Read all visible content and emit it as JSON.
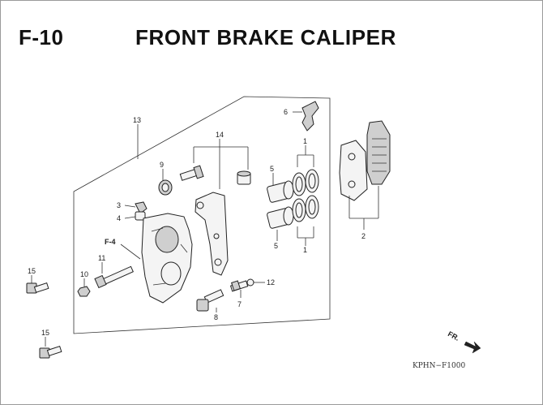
{
  "header": {
    "section_code": "F-10",
    "title": "FRONT BRAKE CALIPER"
  },
  "callouts": {
    "c13": "13",
    "c14": "14",
    "c6": "6",
    "c1a": "1",
    "c5a": "5",
    "c5b": "5",
    "c1b": "1",
    "c2": "2",
    "c9": "9",
    "c3": "3",
    "c4": "4",
    "c11": "11",
    "c10": "10",
    "c15a": "15",
    "c15b": "15",
    "c12": "12",
    "c7": "7",
    "c8": "8"
  },
  "cross_reference": "F-4",
  "direction_marker": "FR.",
  "drawing_code": "KPHN−F1000"
}
